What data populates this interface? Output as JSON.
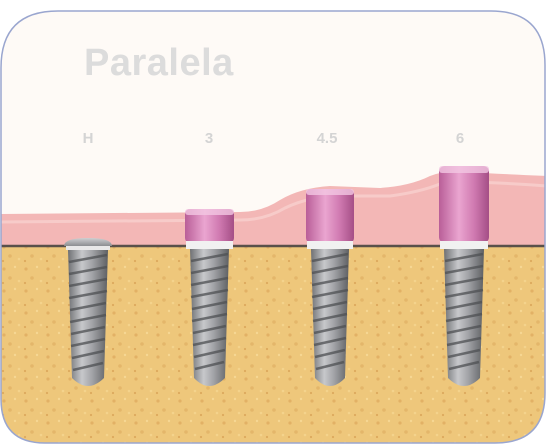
{
  "title": "Paralela",
  "labels": [
    "H",
    "3",
    "4.5",
    "6"
  ],
  "colors": {
    "background": "#fefaf6",
    "border": "#9aa6cf",
    "title": "#dcdcdc",
    "label": "#d4d4d4",
    "gum": "#f3b7b6",
    "bone": "#eec77b",
    "bone_line": "#59504a",
    "collar": "#d984bb",
    "implant": "#a8a9ad"
  },
  "icons": [
    "implant-H-icon",
    "implant-3-icon",
    "implant-4.5-icon",
    "implant-6-icon"
  ]
}
